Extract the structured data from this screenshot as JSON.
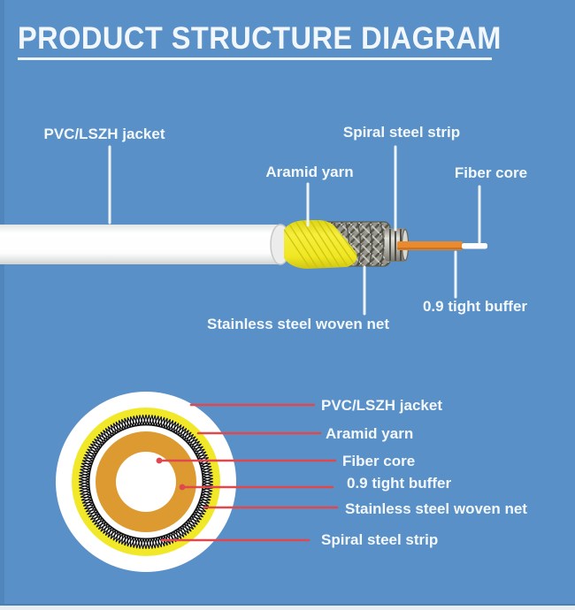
{
  "header": {
    "title": "PRODUCT STRUCTURE DIAGRAM"
  },
  "side_view": {
    "labels": {
      "pvc": "PVC/LSZH jacket",
      "aramid": "Aramid yarn",
      "spiral": "Spiral steel strip",
      "fiber": "Fiber core",
      "stainless": "Stainless steel woven net",
      "buffer": "0.9 tight buffer"
    }
  },
  "cross_section": {
    "labels": {
      "pvc": "PVC/LSZH jacket",
      "aramid": "Aramid yarn",
      "fiber": "Fiber core",
      "buffer": "0.9 tight buffer",
      "stainless": "Stainless steel woven net",
      "spiral": "Spiral steel strip"
    }
  },
  "colors": {
    "background": "#5a90c8",
    "leader_line_white": "#eef4f8",
    "leader_line_red": "#e0484e",
    "jacket_white": "#ffffff",
    "aramid_yellow": "#f2e82a",
    "buffer_orange_rod": "#e98a2e",
    "buffer_orange_ring": "#dd9a30",
    "steel_gray": "#98978f",
    "bottom_strip": "#e9eef3"
  }
}
